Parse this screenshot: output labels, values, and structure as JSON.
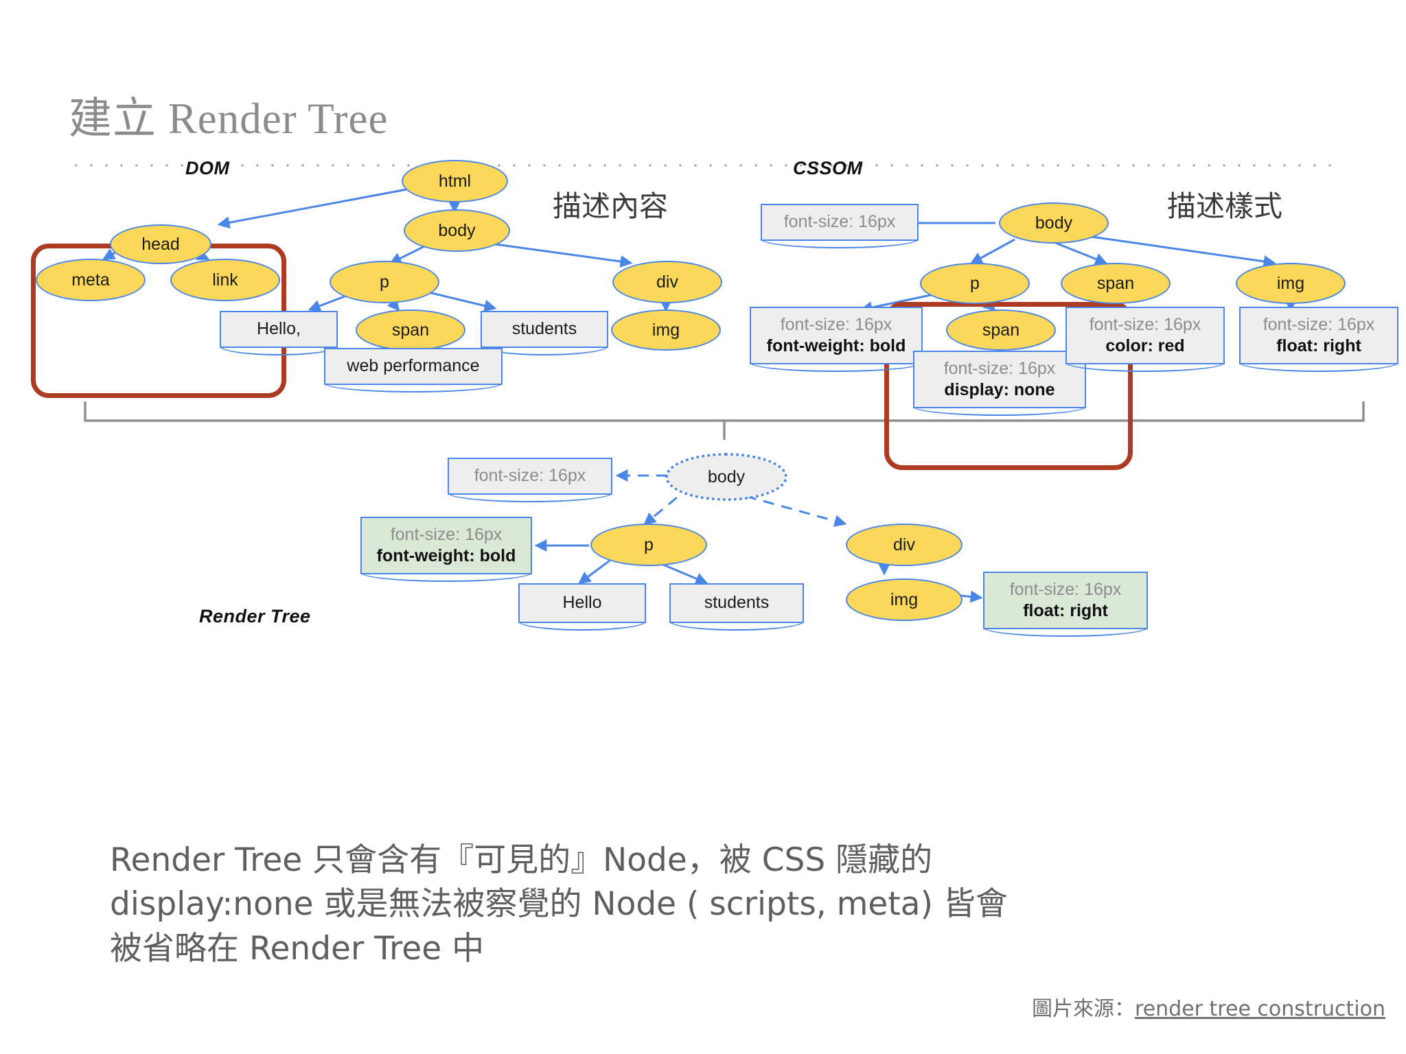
{
  "slide": {
    "title": "建立 Render Tree",
    "caption_lines": [
      "Render Tree 只會含有『可見的』Node，被 CSS 隱藏的",
      "display:none 或是無法被察覺的 Node ( scripts, meta) 皆會",
      "被省略在 Render Tree 中"
    ],
    "credit_prefix": "圖片來源：",
    "credit_link": "render tree construction"
  },
  "labels": {
    "dom": "DOM",
    "cssom": "CSSOM",
    "render_tree": "Render Tree",
    "dom_note": "描述內容",
    "cssom_note": "描述樣式"
  },
  "colors": {
    "node_fill": "#fcd85a",
    "node_stroke": "#4a86e8",
    "box_fill": "#eeeeee",
    "box_green_fill": "#d9e9d5",
    "highlight": "#ad3b22",
    "inherited_text": "#8c8c8c",
    "title_text": "#8b8b8b",
    "caption_text": "#5e5e5e"
  },
  "dom_tree": {
    "nodes": [
      {
        "id": "html",
        "label": "html"
      },
      {
        "id": "head",
        "label": "head"
      },
      {
        "id": "body",
        "label": "body"
      },
      {
        "id": "meta",
        "label": "meta"
      },
      {
        "id": "link",
        "label": "link"
      },
      {
        "id": "p",
        "label": "p"
      },
      {
        "id": "div",
        "label": "div"
      },
      {
        "id": "span",
        "label": "span"
      },
      {
        "id": "img",
        "label": "img"
      }
    ],
    "text_nodes": [
      {
        "id": "hello",
        "label": "Hello,"
      },
      {
        "id": "students",
        "label": "students"
      },
      {
        "id": "webperf",
        "label": "web performance"
      }
    ],
    "edges": [
      [
        "html",
        "head"
      ],
      [
        "html",
        "body"
      ],
      [
        "head",
        "meta"
      ],
      [
        "head",
        "link"
      ],
      [
        "body",
        "p"
      ],
      [
        "body",
        "div"
      ],
      [
        "p",
        "hello"
      ],
      [
        "p",
        "span"
      ],
      [
        "p",
        "students"
      ],
      [
        "span",
        "webperf"
      ],
      [
        "div",
        "img"
      ]
    ],
    "highlight_note": "head, meta, link are highlighted in red"
  },
  "cssom_tree": {
    "nodes": [
      {
        "id": "body",
        "label": "body"
      },
      {
        "id": "p",
        "label": "p"
      },
      {
        "id": "span",
        "label": "span"
      },
      {
        "id": "img",
        "label": "img"
      }
    ],
    "rules": [
      {
        "id": "body-rule",
        "inherited": "font-size: 16px",
        "own": ""
      },
      {
        "id": "p-rule",
        "inherited": "font-size: 16px",
        "own": "font-weight: bold"
      },
      {
        "id": "span-rule",
        "inherited": "font-size: 16px",
        "own": "display: none"
      },
      {
        "id": "span-color-rule",
        "inherited": "font-size: 16px",
        "own": "color: red"
      },
      {
        "id": "img-rule",
        "inherited": "font-size: 16px",
        "own": "float: right"
      }
    ],
    "edges": [
      [
        "body",
        "body-rule"
      ],
      [
        "body",
        "p"
      ],
      [
        "body",
        "span"
      ],
      [
        "body",
        "img"
      ],
      [
        "p",
        "p-rule"
      ],
      [
        "p",
        "span"
      ],
      [
        "span",
        "span-rule"
      ],
      [
        "span",
        "span-color-rule"
      ],
      [
        "img",
        "img-rule"
      ]
    ],
    "highlight_note": "span with display: none is highlighted in red"
  },
  "render_tree": {
    "nodes": [
      {
        "id": "body",
        "label": "body",
        "style": "ghost"
      },
      {
        "id": "p",
        "label": "p",
        "style": "normal"
      },
      {
        "id": "div",
        "label": "div",
        "style": "normal"
      },
      {
        "id": "img",
        "label": "img",
        "style": "normal"
      }
    ],
    "text_nodes": [
      {
        "id": "hello",
        "label": "Hello"
      },
      {
        "id": "students",
        "label": "students"
      }
    ],
    "rules": [
      {
        "id": "body-rule",
        "inherited": "font-size: 16px",
        "own": "",
        "fill": "gray"
      },
      {
        "id": "p-rule",
        "inherited": "font-size: 16px",
        "own": "font-weight: bold",
        "fill": "green"
      },
      {
        "id": "img-rule",
        "inherited": "font-size: 16px",
        "own": "float: right",
        "fill": "green"
      }
    ],
    "edges": [
      [
        "body",
        "body-rule"
      ],
      [
        "body",
        "p"
      ],
      [
        "body",
        "div"
      ],
      [
        "p",
        "p-rule"
      ],
      [
        "p",
        "hello"
      ],
      [
        "p",
        "students"
      ],
      [
        "div",
        "img"
      ],
      [
        "img",
        "img-rule"
      ]
    ]
  }
}
